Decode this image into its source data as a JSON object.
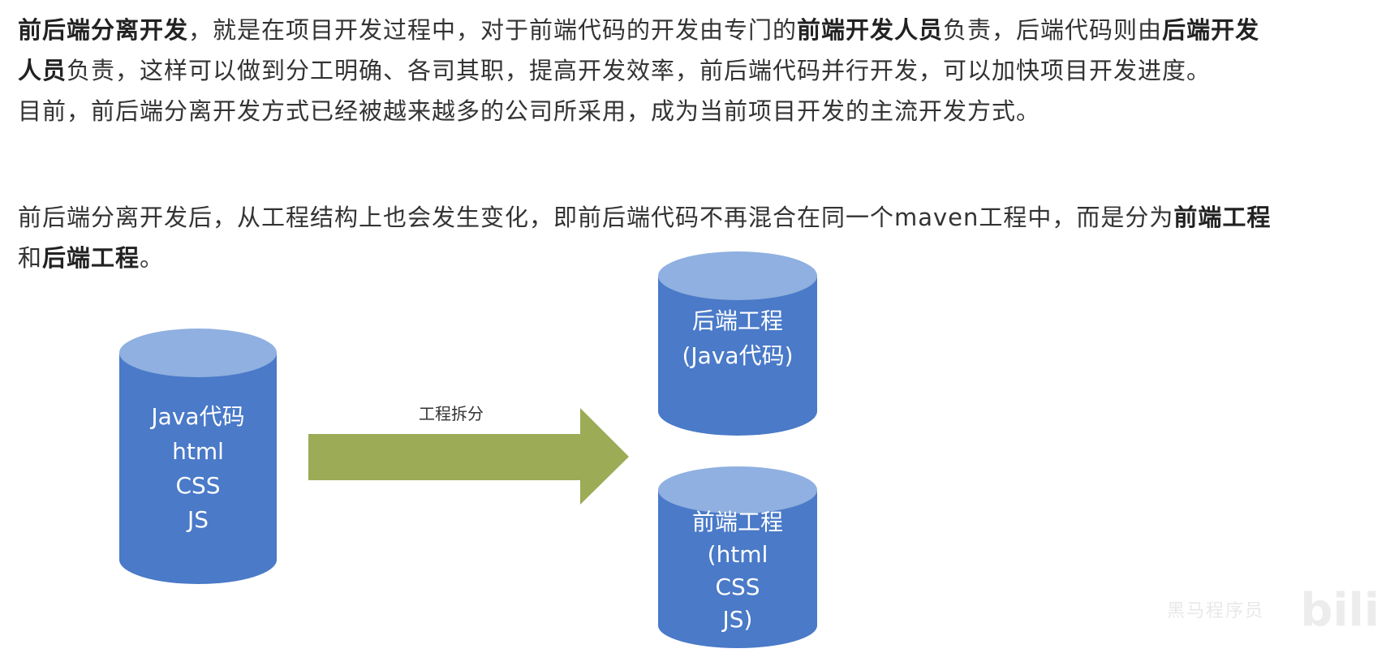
{
  "text": {
    "p1": {
      "line1": {
        "s1": "前后端分离开发",
        "s2": "，就是在项目开发过程中，对于前端代码的开发由专门的",
        "s3": "前端开发人员",
        "s4": "负责，后端代码则由",
        "s5": "后端开发"
      },
      "line2": {
        "s1": "人员",
        "s2": "负责，这样可以做到分工明确、各司其职，提高开发效率，前后端代码并行开发，可以加快项目开发进度。"
      }
    },
    "p2": "目前，前后端分离开发方式已经被越来越多的公司所采用，成为当前项目开发的主流开发方式。",
    "p3": {
      "line1": {
        "s1": "前后端分离开发后，从工程结构上也会发生变化，即前后端代码不再混合在同一个maven工程中，而是分为",
        "s2": "前端工程"
      },
      "line2": {
        "s1": "和",
        "s2": "后端工程",
        "s3": "。"
      }
    }
  },
  "diagram": {
    "source": {
      "lines": [
        "Java代码",
        "html",
        "CSS",
        "JS"
      ]
    },
    "arrow_label": "工程拆分",
    "backend": {
      "lines": [
        "后端工程",
        "(Java代码)"
      ]
    },
    "frontend": {
      "lines": [
        "前端工程",
        "(html",
        "CSS",
        "JS)"
      ]
    },
    "colors": {
      "cylinder_body": "#4a7ac8",
      "cylinder_top": "#8fb0e0",
      "arrow": "#9bab56"
    }
  },
  "watermark": {
    "logo": "bili",
    "sub": "黑马程序员"
  }
}
